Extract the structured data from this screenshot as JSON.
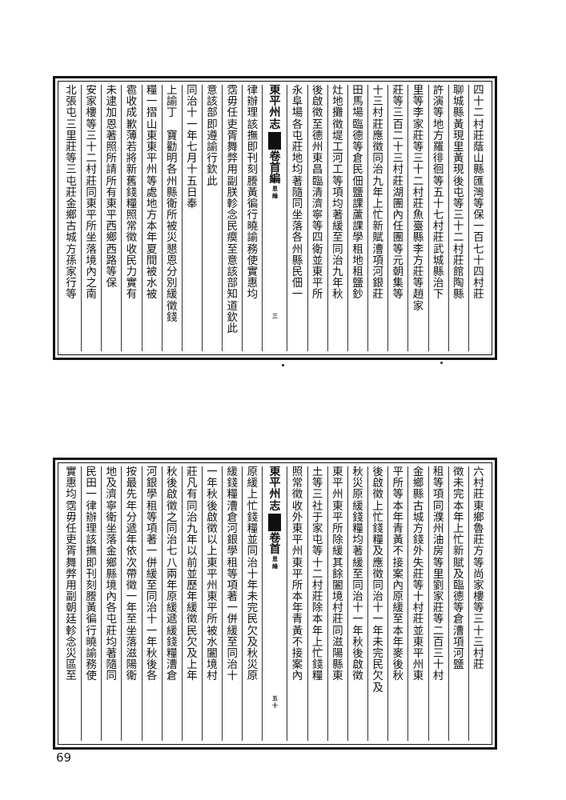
{
  "page_number": "69",
  "top_panel": {
    "columns": [
      "四十二村莊蔭山縣匯灣等保一百七十四村莊",
      "聊城縣黃現里黃現後屯等三十二村莊館陶縣",
      "許演等地方羅徘徊等五十七村莊武城縣治下",
      "里等李家莊等三十二村莊魚臺縣李方莊等趙家",
      "莊等三百二十三村莊湖團內任團等元朝集等",
      "十三村莊應徵同治九年上忙新賦漕項河銀莊",
      "田馬場臨德等倉民佃鹽課蘆課學租地租鹽鈔",
      "灶地攤徵堤工河工等項均著緩至同治九年秋",
      "後啟徵至德州東昌臨清濟寧等四衛並東平所",
      "永阜場各屯莊地均著隨同坐落各州縣民佃一",
      {
        "center": true,
        "title": "東平州志",
        "section": "卷首編",
        "note": "恩綸",
        "page": "三"
      },
      "律辦理該撫即刊刻謄黃徧行曉諭務使實惠均",
      "霑毋任吏胥舞弊用副朕軫念民瘼至意該部知道欽此",
      "意該部即遵諭行欽此",
      "同治十一年七月十五日奉",
      "上諭丁　寶勸明各州縣衛所被災懇恩分別緩徵錢",
      "糧一摺山東東平州等處地方本年夏間被水被",
      "雹收成歉薄若將新舊錢糧照常徵收民力實有",
      "未逮加恩著照所請所有東平西鄉西路等保",
      "安家樓等三十二村莊同東平所坐落境內之南",
      "北張屯三里莊等三屯莊金鄉古城方孫家行等"
    ]
  },
  "bottom_panel": {
    "columns": [
      "六村莊東鄉魯莊方等尚家樓等三十三村莊",
      "徵未完本年上忙新賦及臨德等倉漕項河鹽",
      "租等項同濮州油房等里劉家莊等二百三十村",
      "金鄉縣古城方錢外失莊等十村莊並東平州東",
      "平所等本年青黃不接案內原緩至本年麥後秋",
      "後啟徵上忙錢糧及應徵同治十一年未完民欠及",
      "秋災原緩錢糧均著緩至同治十一年秋後啟徵",
      "東平州東平所除緩其餘闔境村莊同滋陽縣東",
      "土等三社于家屯等十二村莊除本年上忙錢糧",
      "照常徵收外東平州東平所本年青黃不接案內",
      {
        "center": true,
        "title": "東平州志",
        "section": "卷首",
        "note": "恩綸",
        "page": "五十"
      },
      "原緩上忙錢糧並同治十年未完民欠及秋災原",
      "緩錢糧漕倉河銀學租等項著一併緩至同治十",
      "一年秋後啟徵以上東平州東平所被水闔境村",
      "莊凡有同治九年以前並歷年緩徵民欠及上年",
      "秋後啟徵之同治七八兩年原緩遞緩錢糧漕倉",
      "河銀學租等項著一併緩至同治十一年秋後各",
      "按最先年分遞年依次帶徵一年至坐落滋陽衛",
      "地及濟寧衛坐落金鄉縣境內各屯莊均著隨同",
      "民田一律辦理該撫即刊刻謄黃徧行曉諭務使",
      "實惠均霑毋任吏胥舞弊用副朝廷軫念災區至"
    ]
  }
}
